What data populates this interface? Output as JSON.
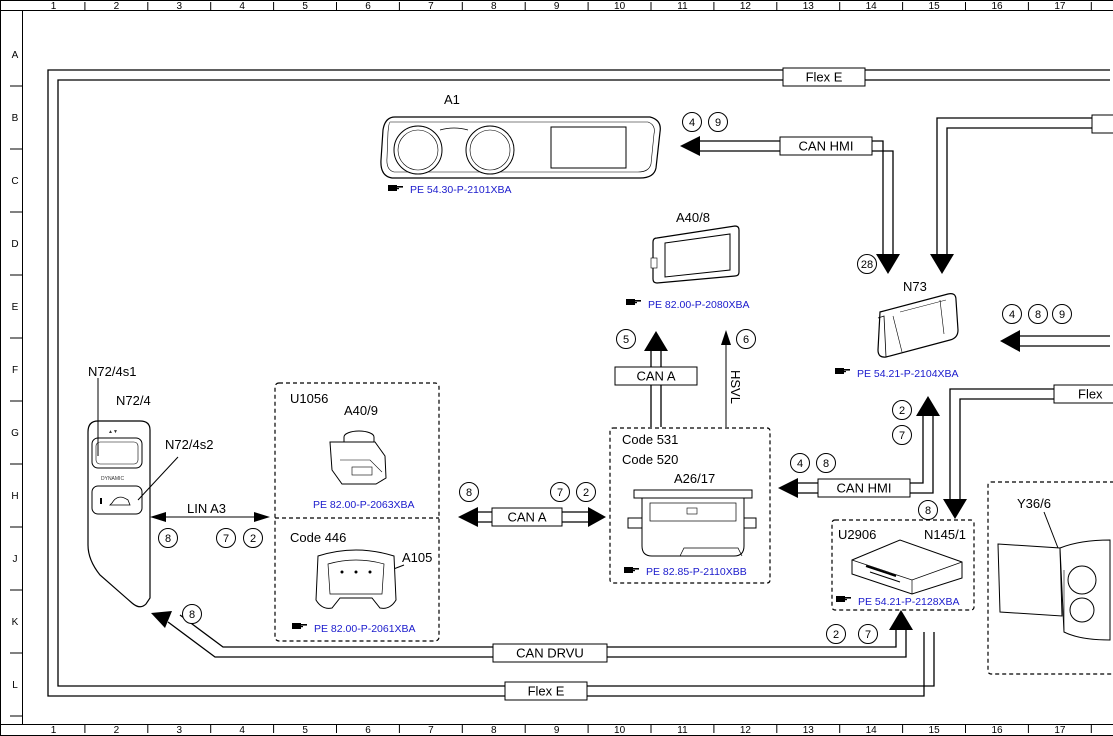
{
  "grid": {
    "columns": [
      "1",
      "2",
      "3",
      "4",
      "5",
      "6",
      "7",
      "8",
      "9",
      "10",
      "11",
      "12",
      "13",
      "14",
      "15",
      "16",
      "17"
    ],
    "rows": [
      "A",
      "B",
      "C",
      "D",
      "E",
      "F",
      "G",
      "H",
      "J",
      "K",
      "L"
    ]
  },
  "buses": {
    "flex_e_top": "Flex E",
    "flex_e_bottom": "Flex E",
    "flex_right": "Flex",
    "can_hmi_top": "CAN HMI",
    "can_hmi_mid": "CAN HMI",
    "can_a_left": "CAN A",
    "can_a_vertical": "CAN A",
    "hsvl": "HSVL",
    "lin_a3": "LIN A3",
    "can_drvu": "CAN DRVU"
  },
  "components": {
    "a1": {
      "label": "A1",
      "ref": "PE 54.30-P-2101XBA"
    },
    "a40_8": {
      "label": "A40/8",
      "ref": "PE 82.00-P-2080XBA"
    },
    "n73": {
      "label": "N73",
      "ref": "PE 54.21-P-2104XBA"
    },
    "n72_4s1": {
      "label": "N72/4s1"
    },
    "n72_4": {
      "label": "N72/4"
    },
    "n72_4s2": {
      "label": "N72/4s2"
    },
    "n72_4_button_text": "DYNAMIC",
    "u1056": {
      "label": "U1056"
    },
    "a40_9": {
      "label": "A40/9",
      "ref": "PE 82.00-P-2063XBA"
    },
    "code446": {
      "label": "Code 446"
    },
    "a105": {
      "label": "A105",
      "ref": "PE 82.00-P-2061XBA"
    },
    "a26_17": {
      "code1": "Code 531",
      "code2": "Code 520",
      "label": "A26/17",
      "ref": "PE 82.85-P-2110XBB"
    },
    "u2906": {
      "label": "U2906"
    },
    "n145_1": {
      "label": "N145/1",
      "ref": "PE 54.21-P-2128XBA"
    },
    "y36_6": {
      "label": "Y36/6"
    }
  },
  "markers": {
    "m4_top": "4",
    "m9_top": "9",
    "m28": "28",
    "m4_e": "4",
    "m8_e": "8",
    "m9_e": "9",
    "m5": "5",
    "m6": "6",
    "m2_g": "2",
    "m7_g": "7",
    "m4_h": "4",
    "m8_h": "8",
    "m8_can_a": "8",
    "m7_can_a": "7",
    "m2_can_a": "2",
    "m8_lin": "8",
    "m7_lin": "7",
    "m2_lin": "2",
    "m8_n145": "8",
    "m8_drvu": "8",
    "m2_drvu": "2",
    "m7_drvu": "7"
  },
  "icons": {
    "reference": "pointing-hand-icon"
  }
}
